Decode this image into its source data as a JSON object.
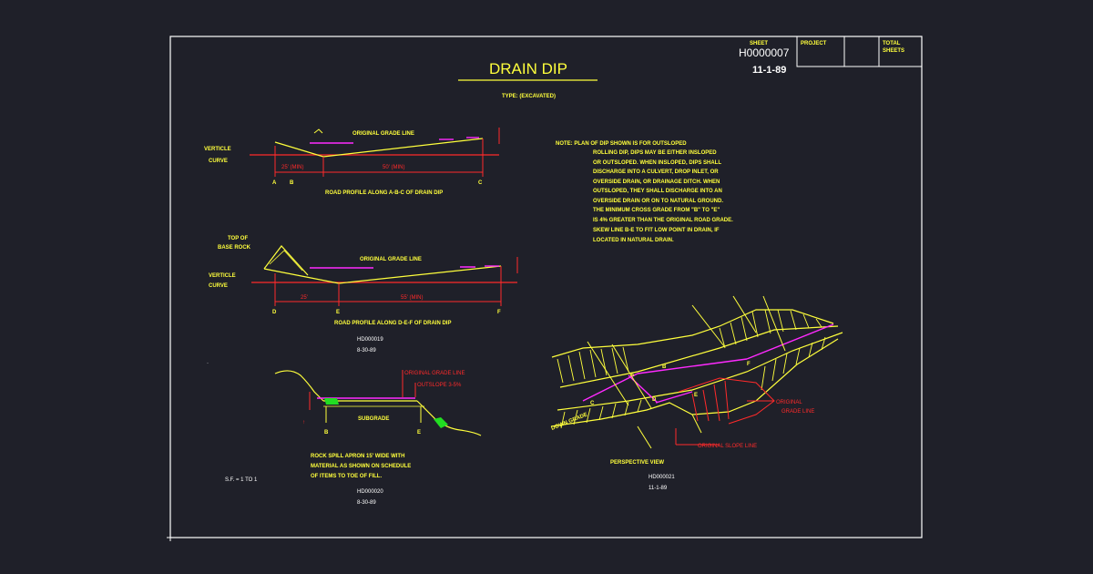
{
  "title": "DRAIN DIP",
  "subtitle": "TYPE: (EXCAVATED)",
  "title_block": {
    "sheet_label": "SHEET",
    "sheet_number": "H0000007",
    "sheet_date": "11-1-89",
    "project_label": "PROJECT",
    "total_label_1": "TOTAL",
    "total_label_2": "SHEETS"
  },
  "profile_abc": {
    "vertical_curve_1": "VERTICLE",
    "vertical_curve_2": "CURVE",
    "grade_line": "ORIGINAL GRADE LINE",
    "dim_left": "25' (MIN)",
    "dim_right": "50' (MIN)",
    "point_a": "A",
    "point_b": "B",
    "point_c": "C",
    "caption": "ROAD PROFILE ALONG A-B-C OF DRAIN DIP"
  },
  "profile_def": {
    "top_base_1": "TOP OF",
    "top_base_2": "BASE ROCK",
    "vertical_curve_1": "VERTICLE",
    "vertical_curve_2": "CURVE",
    "grade_line": "ORIGINAL GRADE LINE",
    "dim_left": "25'",
    "dim_right": "55' (MIN)",
    "point_d": "D",
    "point_e": "E",
    "point_f": "F",
    "caption": "ROAD PROFILE ALONG D-E-F OF DRAIN DIP",
    "ref_id": "HD000019",
    "ref_date": "8-30-89"
  },
  "note_lines": [
    "NOTE: PLAN OF DIP SHOWN IS FOR OUTSLOPED",
    "ROLLING DIP, DIPS MAY BE EITHER INSLOPED",
    "OR OUTSLOPED. WHEN INSLOPED, DIPS SHALL",
    "DISCHARGE INTO A CULVERT, DROP INLET, OR",
    "OVERSIDE DRAIN, OR DRAINAGE DITCH. WHEN",
    "OUTSLOPED, THEY SHALL DISCHARGE INTO AN",
    "OVERSIDE DRAIN OR ON TO NATURAL GROUND.",
    "THE MINIMUM CROSS GRADE FROM \"B\" TO \"E\"",
    "IS 4% GREATER THAN THE ORIGINAL ROAD GRADE.",
    "SKEW LINE B-E TO FIT LOW POINT IN DRAIN, IF",
    "LOCATED IN NATURAL DRAIN."
  ],
  "cross_section": {
    "grade_line": "ORIGINAL GRADE LINE",
    "outslope": "OUTSLOPE 3-5%",
    "subgrade": "SUBGRADE",
    "point_b": "B",
    "point_e": "E",
    "spill_note_lines": [
      "ROCK SPILL APRON 15' WIDE WITH",
      "MATERIAL AS SHOWN ON SCHEDULE",
      "OF ITEMS TO TOE OF FILL."
    ],
    "ref_id": "HD000020",
    "ref_date": "8-30-89",
    "scale_note": "S.F. = 1 TO 1"
  },
  "perspective": {
    "down_grade": "DOWN GRADE",
    "orig_grade_1": "ORIGINAL",
    "orig_grade_2": "GRADE LINE",
    "orig_slope": "ORIGINAL SLOPE LINE",
    "point_a": "A",
    "point_b": "B",
    "point_c": "C",
    "point_d": "D",
    "point_e": "E",
    "point_f": "F",
    "caption": "PERSPECTIVE VIEW",
    "ref_id": "HD000021",
    "ref_date": "11-1-89"
  },
  "colors": {
    "background": "#1f2029",
    "yellow": "#ffff3c",
    "red": "#ff2a2a",
    "magenta": "#ff2aff",
    "green": "#22dd22",
    "white": "#ffffff"
  }
}
